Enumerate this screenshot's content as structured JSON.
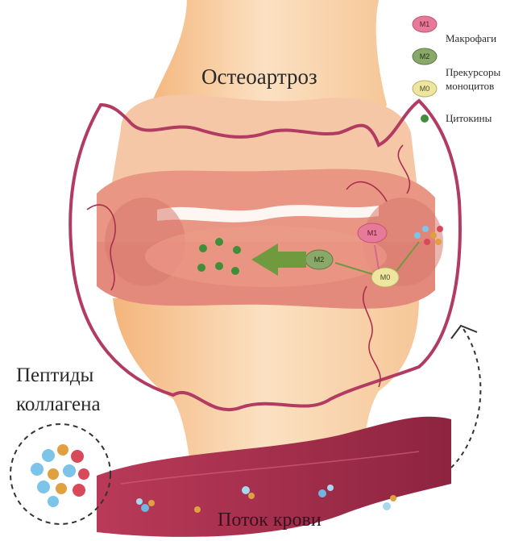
{
  "title": "Остеоартроз",
  "peptides_label": [
    "Пептиды",
    "коллагена"
  ],
  "blood_flow_label": "Поток крови",
  "legend": [
    {
      "badge": "M1",
      "text": [
        "Макрофаги"
      ],
      "color": "#e27a9a"
    },
    {
      "badge": "M2",
      "text": [],
      "color": "#8aa86a"
    },
    {
      "badge": "M0",
      "text": [
        "Прекурсоры",
        "моноцитов"
      ],
      "color": "#eee6a0"
    },
    {
      "badge": "",
      "text": [
        "Цитокины"
      ],
      "color": "#4a9a3a"
    }
  ],
  "cells": {
    "m1": "M1",
    "m2": "M2",
    "m0": "M0"
  },
  "colors": {
    "bone": "#f7c48a",
    "bone_light": "#fbe0c0",
    "cartilage": "#e9968a",
    "capsule": "#b23b62",
    "vessel": "#a8304c",
    "cytokine": "#3f8f3a",
    "arrow": "#6f9a3e"
  }
}
